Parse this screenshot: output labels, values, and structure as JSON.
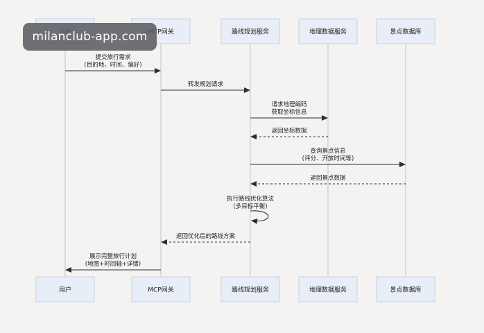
{
  "diagram": {
    "participants": [
      {
        "id": "user",
        "label": "用户"
      },
      {
        "id": "gateway",
        "label": "MCP网关"
      },
      {
        "id": "planner",
        "label": "路线规划服务"
      },
      {
        "id": "geo",
        "label": "地理数据服务"
      },
      {
        "id": "spots",
        "label": "景点数据库"
      }
    ],
    "messages": [
      {
        "from": "user",
        "to": "gateway",
        "style": "solid",
        "lines": [
          "提交旅行需求",
          "(目的地、时间、偏好)"
        ]
      },
      {
        "from": "gateway",
        "to": "planner",
        "style": "solid",
        "lines": [
          "转发规划请求"
        ]
      },
      {
        "from": "planner",
        "to": "geo",
        "style": "solid",
        "lines": [
          "请求地理编码",
          "获取坐标信息"
        ]
      },
      {
        "from": "geo",
        "to": "planner",
        "style": "dashed",
        "lines": [
          "返回坐标数据"
        ]
      },
      {
        "from": "planner",
        "to": "spots",
        "style": "solid",
        "lines": [
          "查询景点信息",
          "(评分、开放时间等)"
        ]
      },
      {
        "from": "spots",
        "to": "planner",
        "style": "dashed",
        "lines": [
          "返回景点数据"
        ]
      },
      {
        "from": "planner",
        "to": "planner",
        "style": "solid",
        "lines": [
          "执行路线优化算法",
          "(多目标平衡)"
        ]
      },
      {
        "from": "planner",
        "to": "gateway",
        "style": "dashed",
        "lines": [
          "返回优化后的路线方案"
        ]
      },
      {
        "from": "gateway",
        "to": "user",
        "style": "solid",
        "lines": [
          "展示完整旅行计划",
          "(地图+时间轴+详情)"
        ]
      }
    ],
    "colors": {
      "box_fill": "#e8eef8",
      "box_stroke": "#c9d2e3",
      "lifeline": "#c3c3c3",
      "arrow": "#2e2e2e",
      "text": "#222222",
      "background": "#f4f3f1"
    }
  },
  "watermark": {
    "text": "milanclub-app.com"
  }
}
